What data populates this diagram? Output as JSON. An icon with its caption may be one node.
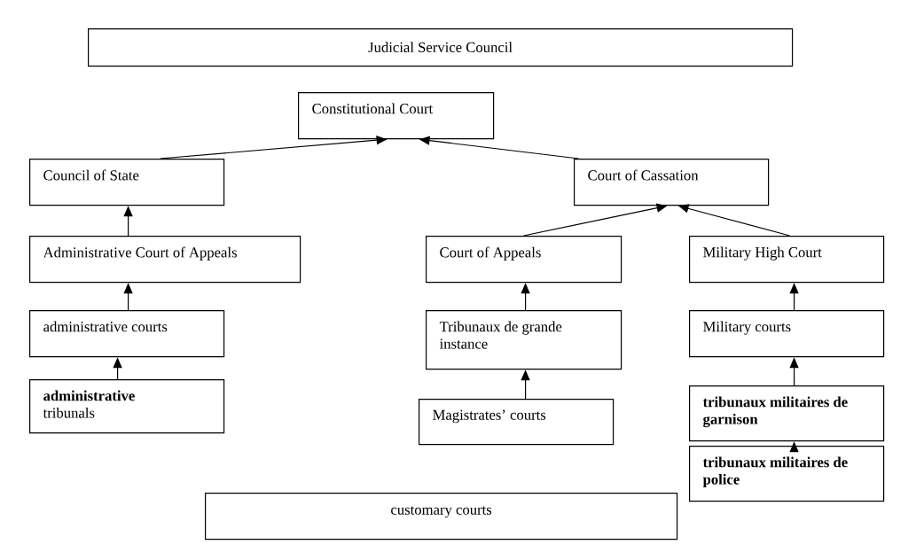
{
  "diagram": {
    "nodes": [
      {
        "text": [
          "Judicial Service Council"
        ]
      },
      {
        "text": [
          "Constitutional Court"
        ]
      },
      {
        "text": [
          "Council of State"
        ]
      },
      {
        "text": [
          "Court of Cassation"
        ]
      },
      {
        "text": [
          "Administrative Court of Appeals"
        ]
      },
      {
        "text": [
          "Court of Appeals"
        ]
      },
      {
        "text": [
          "Military High Court"
        ]
      },
      {
        "text": [
          "administrative courts"
        ]
      },
      {
        "text": [
          "Tribunaux de grande instance"
        ]
      },
      {
        "text": [
          "Military courts"
        ]
      },
      {
        "text": [
          "**administrative** tribunals"
        ]
      },
      {
        "text": [
          "Magistrates’ courts"
        ]
      },
      {
        "text": [
          "tribunaux militaires de garnison"
        ]
      },
      {
        "text": [
          "tribunaux militaires de police"
        ]
      },
      {
        "text": [
          "customary courts"
        ]
      }
    ],
    "edges": [
      {
        "from": 2,
        "to": 1,
        "arrow": "to"
      },
      {
        "from": 3,
        "to": 1,
        "arrow": "to"
      },
      {
        "from": 4,
        "to": 2,
        "arrow": "to"
      },
      {
        "from": 5,
        "to": 3,
        "arrow": "to"
      },
      {
        "from": 6,
        "to": 3,
        "arrow": "to"
      },
      {
        "from": 7,
        "to": 4,
        "arrow": "to"
      },
      {
        "from": 8,
        "to": 5,
        "arrow": "to"
      },
      {
        "from": 9,
        "to": 6,
        "arrow": "to"
      },
      {
        "from": 10,
        "to": 7,
        "arrow": "to"
      },
      {
        "from": 11,
        "to": 8,
        "arrow": "to"
      },
      {
        "from": 12,
        "to": 9,
        "arrow": "to"
      },
      {
        "from": 13,
        "to": 12,
        "arrow": "to"
      }
    ]
  }
}
